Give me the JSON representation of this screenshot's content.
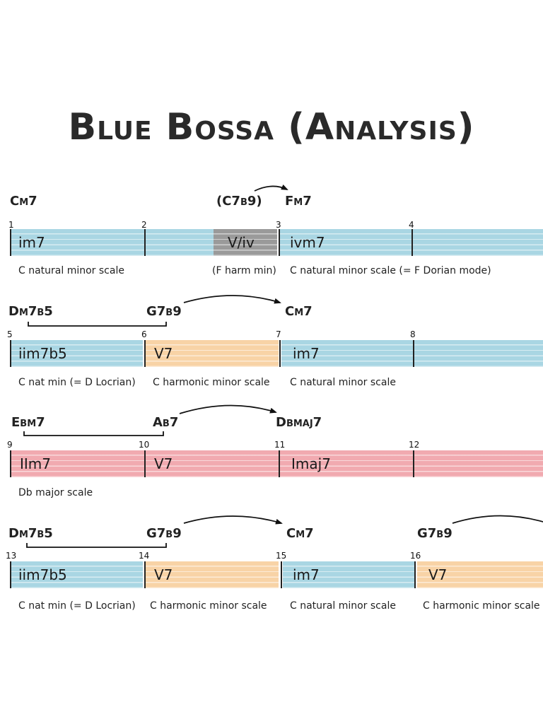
{
  "title": "Blue Bossa (Analysis)",
  "rows": [
    {
      "chords": [
        "Cm7",
        "(C7b9)",
        "Fm7"
      ],
      "bars": [
        "1",
        "2",
        "3",
        "4"
      ],
      "functions": [
        "im7",
        "V/iv",
        "ivm7"
      ],
      "scales": [
        "C natural minor scale",
        "(F harm min)",
        "C natural minor scale (= F Dorian mode)"
      ]
    },
    {
      "chords": [
        "Dm7b5",
        "G7b9",
        "Cm7"
      ],
      "bars": [
        "5",
        "6",
        "7",
        "8"
      ],
      "functions": [
        "iim7b5",
        "V7",
        "im7"
      ],
      "scales": [
        "C nat min (= D Locrian)",
        "C harmonic minor scale",
        "C natural minor scale"
      ]
    },
    {
      "chords": [
        "Ebm7",
        "Ab7",
        "Dbmaj7"
      ],
      "bars": [
        "9",
        "10",
        "11",
        "12"
      ],
      "functions": [
        "IIm7",
        "V7",
        "Imaj7"
      ],
      "scales": [
        "Db major scale"
      ]
    },
    {
      "chords": [
        "Dm7b5",
        "G7b9",
        "Cm7",
        "G7b9"
      ],
      "bars": [
        "13",
        "14",
        "15",
        "16"
      ],
      "functions": [
        "iim7b5",
        "V7",
        "im7",
        "V7"
      ],
      "scales": [
        "C nat min (= D Locrian)",
        "C harmonic minor scale",
        "C natural minor scale",
        "C harmonic minor scale"
      ]
    }
  ],
  "colors": {
    "tonic_minor": "#a9d6e3",
    "dominant": "#f8d3a6",
    "major_key": "#f1aab0",
    "secondary": "#9a9a9a"
  }
}
